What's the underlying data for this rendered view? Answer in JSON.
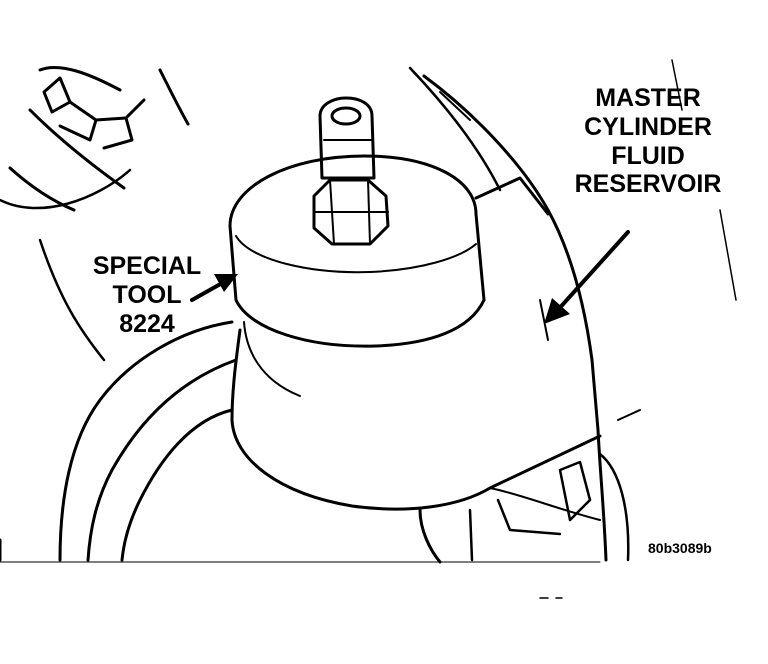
{
  "callouts": {
    "reservoir_lines": [
      "MASTER",
      "CYLINDER",
      "FLUID",
      "RESERVOIR"
    ],
    "special_tool_lines": [
      "SPECIAL",
      "TOOL",
      "8224"
    ]
  },
  "figure_code": "80b3089b",
  "colors": {
    "ink": "#000000",
    "paper": "#ffffff"
  }
}
